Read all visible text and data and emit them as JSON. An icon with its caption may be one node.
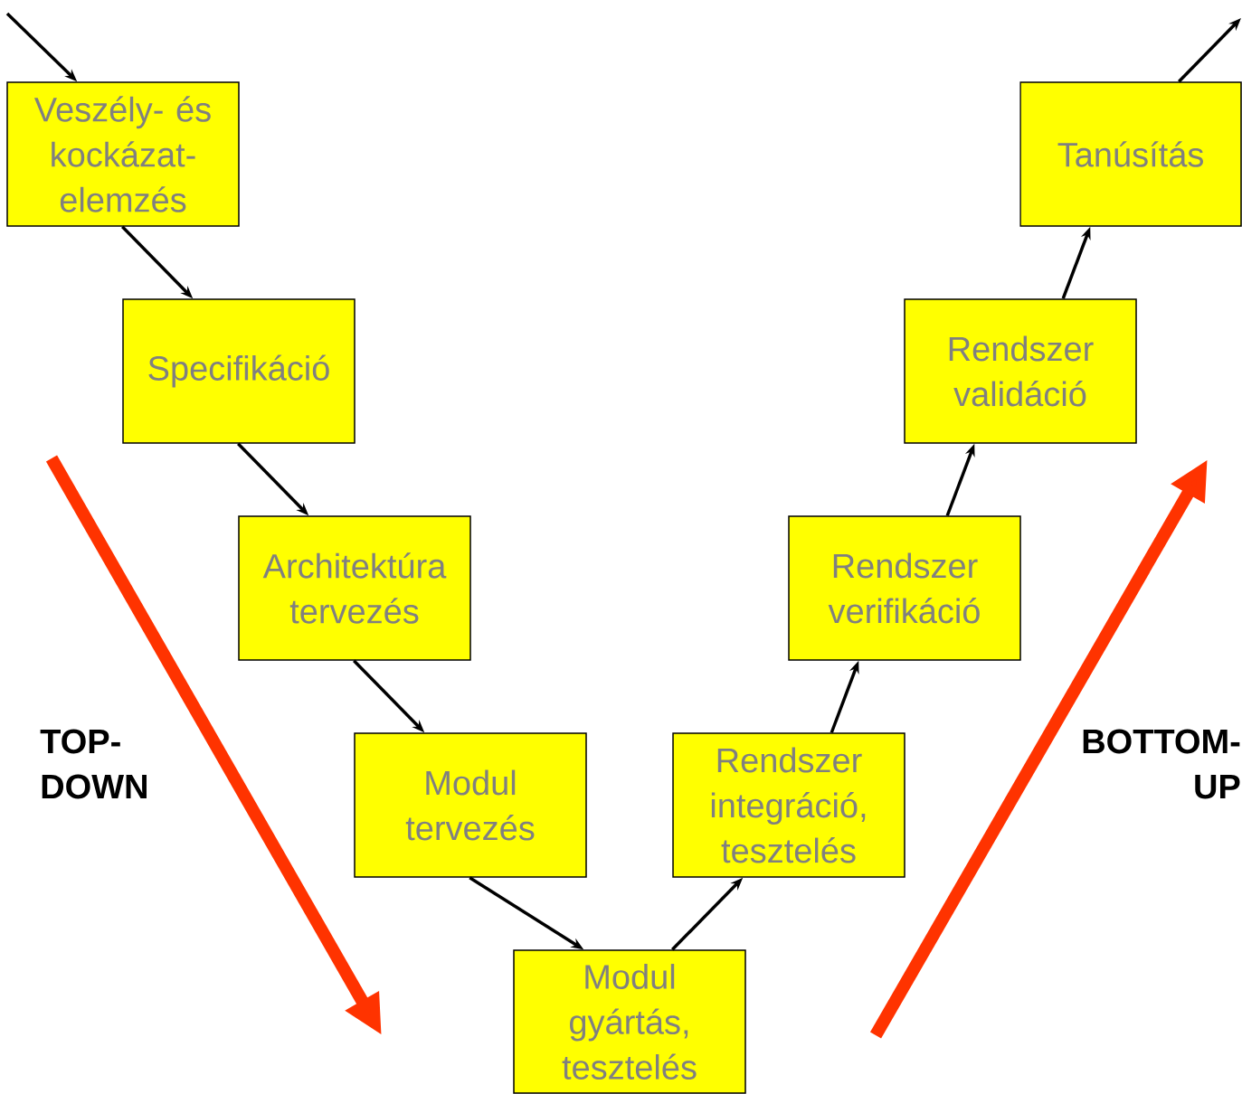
{
  "diagram": {
    "nodes": [
      {
        "text": [
          "Veszély- és kockázat-elemzés"
        ]
      },
      {
        "text": [
          "Specifikáció"
        ]
      },
      {
        "text": [
          "Architektúra tervezés"
        ]
      },
      {
        "text": [
          "Modul tervezés"
        ]
      },
      {
        "text": [
          "Modul gyártás, tesztelés"
        ]
      },
      {
        "text": [
          "Rendszer integráció, tesztelés"
        ]
      },
      {
        "text": [
          "Rendszer verifikáció"
        ]
      },
      {
        "text": [
          "Rendszer validáció"
        ]
      },
      {
        "text": [
          "Tanúsítás"
        ]
      }
    ],
    "edges": [
      {
        "from": null,
        "to": 0,
        "arrow": "to"
      },
      {
        "from": 0,
        "to": 1,
        "arrow": "to"
      },
      {
        "from": 1,
        "to": 2,
        "arrow": "to"
      },
      {
        "from": 2,
        "to": 3,
        "arrow": "to"
      },
      {
        "from": 3,
        "to": 4,
        "arrow": "to"
      },
      {
        "from": 4,
        "to": 5,
        "arrow": "to"
      },
      {
        "from": 5,
        "to": 6,
        "arrow": "to"
      },
      {
        "from": 6,
        "to": 7,
        "arrow": "to"
      },
      {
        "from": 7,
        "to": 8,
        "arrow": "to"
      },
      {
        "from": 8,
        "to": null,
        "arrow": "to"
      }
    ],
    "labels": [
      "TOP-DOWN",
      "BOTTOM-UP"
    ]
  }
}
